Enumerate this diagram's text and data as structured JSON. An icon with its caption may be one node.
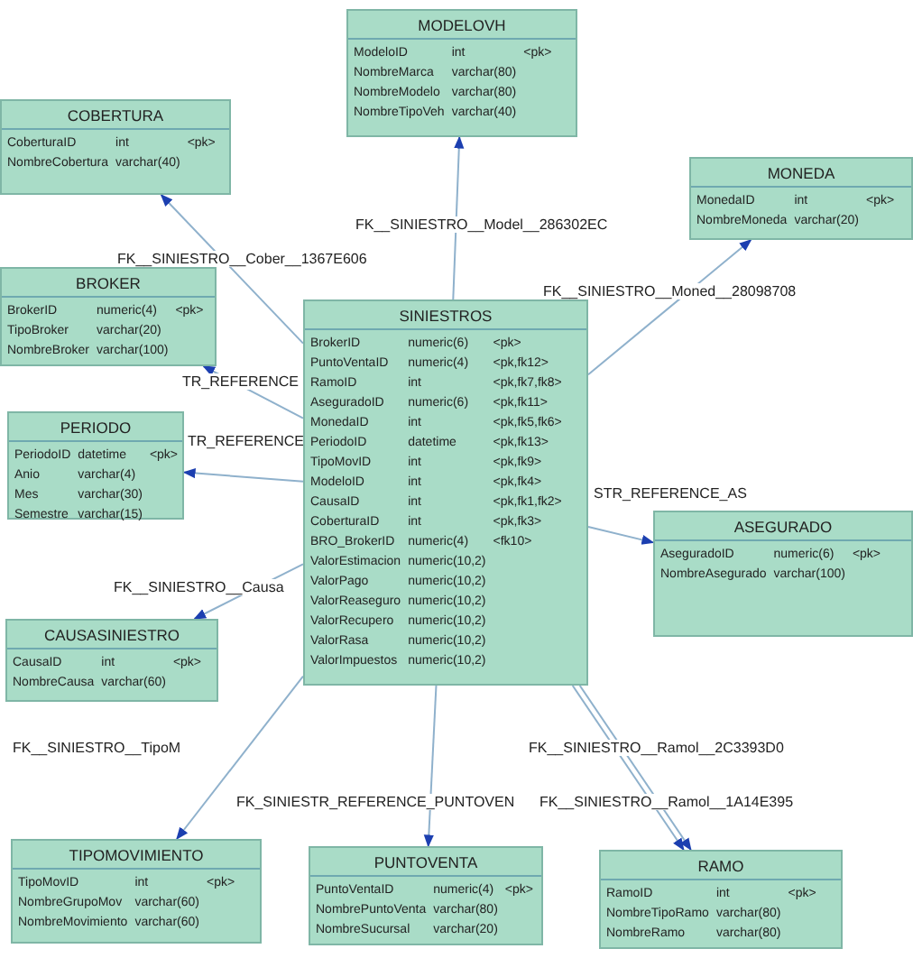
{
  "diagram": {
    "nodes": [
      {
        "text": [
          "MODELOVH",
          "ModeloID int <pk>",
          "NombreMarca varchar(80)",
          "NombreModelo varchar(80)",
          "NombreTipoVeh varchar(40)"
        ]
      },
      {
        "text": [
          "COBERTURA",
          "CoberturaID int <pk>",
          "NombreCobertura varchar(40)"
        ]
      },
      {
        "text": [
          "MONEDA",
          "MonedaID int <pk>",
          "NombreMoneda varchar(20)"
        ]
      },
      {
        "text": [
          "BROKER",
          "BrokerID numeric(4) <pk>",
          "TipoBroker varchar(20)",
          "NombreBroker varchar(100)"
        ]
      },
      {
        "text": [
          "SINIESTROS",
          "BrokerID numeric(6) <pk>",
          "PuntoVentaID numeric(4) <pk,fk12>",
          "RamoID int <pk,fk7,fk8>",
          "AseguradoID numeric(6) <pk,fk11>",
          "MonedaID int <pk,fk5,fk6>",
          "PeriodoID datetime <pk,fk13>",
          "TipoMovID int <pk,fk9>",
          "ModeloID int <pk,fk4>",
          "CausaID int <pk,fk1,fk2>",
          "CoberturaID int <pk,fk3>",
          "BRO_BrokerID numeric(4) <fk10>",
          "ValorEstimacion numeric(10,2)",
          "ValorPago numeric(10,2)",
          "ValorReaseguro numeric(10,2)",
          "ValorRecupero numeric(10,2)",
          "ValorRasa numeric(10,2)",
          "ValorImpuestos numeric(10,2)"
        ]
      },
      {
        "text": [
          "PERIODO",
          "PeriodoID datetime <pk>",
          "Anio varchar(4)",
          "Mes varchar(30)",
          "Semestre varchar(15)"
        ]
      },
      {
        "text": [
          "ASEGURADO",
          "AseguradoID numeric(6) <pk>",
          "NombreAsegurado varchar(100)"
        ]
      },
      {
        "text": [
          "CAUSASINIESTRO",
          "CausaID int <pk>",
          "NombreCausa varchar(60)"
        ]
      },
      {
        "text": [
          "TIPOMOVIMIENTO",
          "TipoMovID int <pk>",
          "NombreGrupoMov varchar(60)",
          "NombreMovimiento varchar(60)"
        ]
      },
      {
        "text": [
          "PUNTOVENTA",
          "PuntoVentaID numeric(4) <pk>",
          "NombrePuntoVenta varchar(80)",
          "NombreSucursal varchar(20)"
        ]
      },
      {
        "text": [
          "RAMO",
          "RamoID int <pk>",
          "NombreTipoRamo varchar(80)",
          "NombreRamo varchar(80)"
        ]
      }
    ],
    "edges": [
      {
        "from": 4,
        "to": 1,
        "arrow": "to",
        "label": "FK__SINIESTRO__Cober__1367E606"
      },
      {
        "from": 4,
        "to": 0,
        "arrow": "to",
        "label": "FK__SINIESTRO__Model__286302EC"
      },
      {
        "from": 4,
        "to": 2,
        "arrow": "to",
        "label": "FK__SINIESTRO__Moned__28098708"
      },
      {
        "from": 4,
        "to": 3,
        "arrow": "to",
        "label": "TR_REFERENCE"
      },
      {
        "from": 4,
        "to": 5,
        "arrow": "to",
        "label": "TR_REFERENCE"
      },
      {
        "from": 4,
        "to": 7,
        "arrow": "to",
        "label": "FK__SINIESTRO__Causa"
      },
      {
        "from": 4,
        "to": 6,
        "arrow": "to",
        "label": "STR_REFERENCE_AS"
      },
      {
        "from": 4,
        "to": 8,
        "arrow": "to",
        "label": "FK__SINIESTRO__TipoM"
      },
      {
        "from": 4,
        "to": 9,
        "arrow": "to",
        "label": "FK_SINIESTR_REFERENCE_PUNTOVEN"
      },
      {
        "from": 4,
        "to": 10,
        "arrow": "to",
        "label": "FK__SINIESTRO__Ramol__2C3393D0"
      },
      {
        "from": 4,
        "to": 10,
        "arrow": "to",
        "label": "FK__SINIESTRO__Ramol__1A14E395"
      }
    ]
  }
}
